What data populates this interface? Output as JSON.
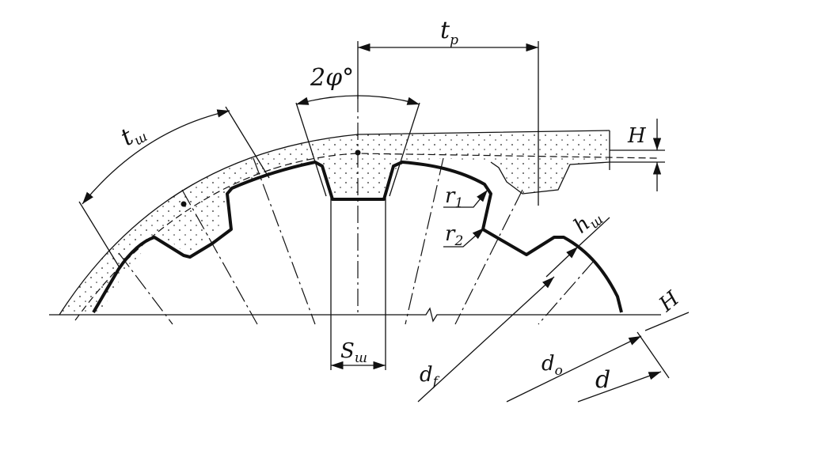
{
  "labels": {
    "tp": "t",
    "tp_sub": "p",
    "phi": "2φ°",
    "tw": "t",
    "tw_sub": "ш",
    "H_top": "H",
    "H_right": "H",
    "r1": "r",
    "r1_sub": "1",
    "r2": "r",
    "r2_sub": "2",
    "hw": "h",
    "hw_sub": "ш",
    "sw": "S",
    "sw_sub": "ш",
    "df": "d",
    "df_sub": "f",
    "d0": "d",
    "d0_sub": "o",
    "d": "d"
  }
}
